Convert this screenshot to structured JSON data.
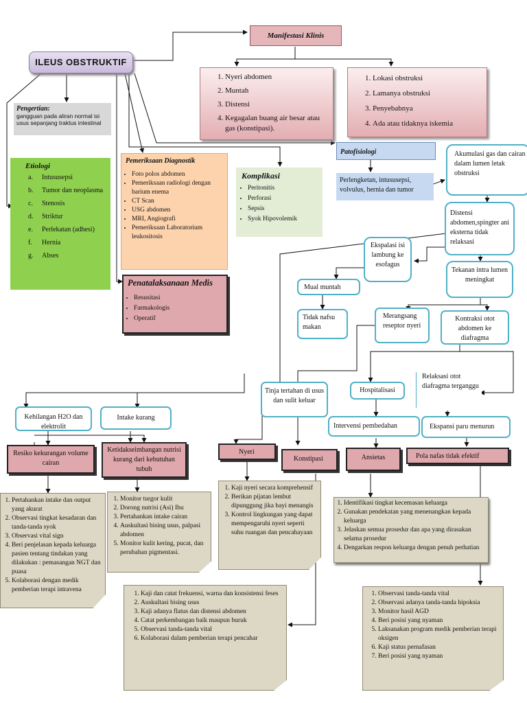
{
  "title": "ILEUS OBSTRUKTIF",
  "pengertian": {
    "heading": "Pengertian:",
    "text": "gangguan pada aliran normal isi usus sepanjang traktus intestinal"
  },
  "manifestasi": {
    "heading": "Manifestasi Klinis",
    "left": [
      "Nyeri abdomen",
      "Muntah",
      "Distensi",
      "Kegagalan buang air besar atau gas (konstipasi)."
    ],
    "right": [
      "Lokasi obstruksi",
      "Lamanya obstruksi",
      "Penyebabnya",
      "Ada atau tidaknya iskemia"
    ]
  },
  "etiologi": {
    "heading": "Etiologi",
    "items": [
      "Intususepsi",
      "Tumor dan neoplasma",
      "Stenosis",
      "Striktur",
      "Perlekatan (adhesi)",
      "Hernia",
      "Abses"
    ],
    "letters": [
      "a.",
      "b.",
      "c.",
      "d.",
      "e.",
      "f.",
      "g."
    ]
  },
  "diagnostik": {
    "heading": "Pemeriksaan Diagnostik",
    "items": [
      "Foto polos abdomen",
      "Pemeriksaan radiologi dengan barium enema",
      "CT Scan",
      "USG abdomen",
      "MRI, Angiografi",
      "Pemeriksaan Laboratorium leukositosis"
    ]
  },
  "komplikasi": {
    "heading": "Komplikasi",
    "items": [
      "Peritonitis",
      "Perforasi",
      "Sepsis",
      "Syok Hipovolemik"
    ]
  },
  "penatalaksanaan": {
    "heading": "Penatalaksanaan Medis",
    "items": [
      "Resusitasi",
      "Farmakologis",
      "Operatif"
    ]
  },
  "patofisiologi": {
    "heading": "Patofisiologi",
    "text": "Perlengketan, intususepsi, volvulus, hernia dan tumor"
  },
  "flow": {
    "akumulasi": "Akumulasi gas dan cairan dalam lumen letak obstruksi",
    "distensi": "Distensi abdomen,spingter ani eksterna tidak relaksasi",
    "ekspalasi": "Ekspalasi isi lambung ke esofagus",
    "tekanan": "Tekanan intra lumen meningkat",
    "mual": "Mual muntah",
    "tidak_nafsu": "Tidak nafsu makan",
    "merangsang": "Merangsang reseptor nyeri",
    "kontraksi": "Kontraksi otot abdomen ke diafragma",
    "relaksasi": "Relaksasi otot diafragma terganggu",
    "tinja": "Tinja tertahan di usus dan sulit keluar",
    "hospitalisasi": "Hospitalisasi",
    "intervensi": "Intervensi pembedahan",
    "ekspansi": "Ekspansi paru menurun",
    "kehilangan": "Kehilangan H2O dan elektrolit",
    "intake": "Intake kurang"
  },
  "diagnoses": {
    "resiko": "Resiko kekurangan volume cairan",
    "ketidak": "Ketidakseimbangan nutrisi kurang dari kebutuhan tubuh",
    "nyeri": "Nyeri",
    "konstipasi": "Konstipasi",
    "ansietas": "Ansietas",
    "pola": "Pola nafas tidak efektif"
  },
  "interventions": {
    "resiko": [
      "Pertahankan intake dan output yang akurat",
      "Observasi tingkat kesadaran dan tanda-tanda syok",
      "Observasi vital sign",
      "Beri penjelasan kepada keluarga pasien tentang tindakan yang dilakukan : pemasangan NGT dan puasa",
      "Kolaborasi dengan medik pemberian terapi intravena"
    ],
    "ketidak": [
      "Monitor turgor kulit",
      "Dorong nutrisi (Asi) Ibu",
      "Pertahankan intake cairan",
      "Auskultasi bising usus, palpasi abdomen",
      "Monitor kulit kering, pucat, dan perubahan pigmentasi."
    ],
    "nyeri": [
      "Kaji nyeri secara komprehensif",
      "Berikan pijatan lembut dipunggung jika bayi menangis",
      "Kontrol lingkungan yang dapat mempengaruhi nyeri seperti suhu ruangan dan pencahayaan"
    ],
    "ansietas": [
      "Identifikasi tingkat kecemasan keluarga",
      "Gunakan pendekatan yang menenangkan kepada keluarga",
      "Jelaskan semua prosedur dan apa yang dirasakan selama prosedur",
      "Dengarkan respon keluarga dengan penuh perhatian"
    ],
    "konstipasi": [
      "Kaji dan catat frekuensi, warna dan konsistensi feses",
      "Auskultasi bising usus",
      "Kaji adanya flatus dan distensi abdomen",
      "Catat perkembangan baik maupun buruk",
      "Observasi tanda-tanda vital",
      "Kolaborasi dalam pemberian terapi pencahar"
    ],
    "pola": [
      "Observasi tanda-tanda vital",
      "Observasi adanya tanda-tanda hipoksia",
      "Monitor hasil AGD",
      "Beri posisi yang nyaman",
      "Laksanakan program medik pemberian terapi oksigen",
      "Kaji status pernafasan",
      "Beri posisi yang nyaman"
    ]
  }
}
